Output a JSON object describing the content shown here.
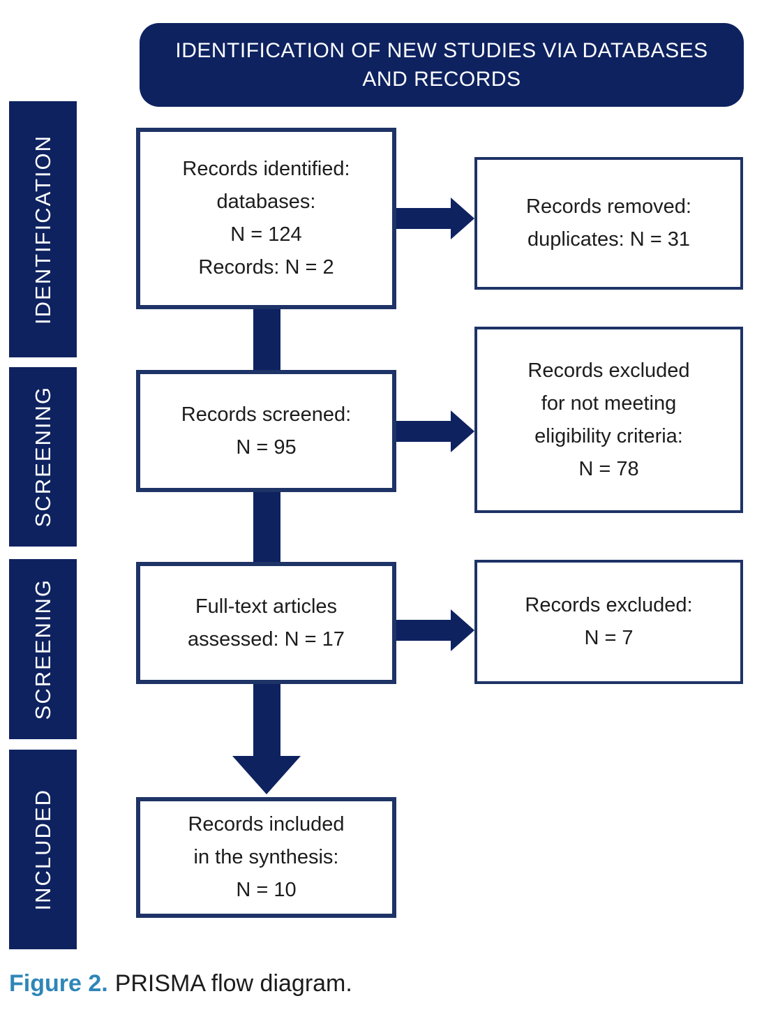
{
  "banner": {
    "title": "IDENTIFICATION OF NEW STUDIES VIA DATABASES AND RECORDS"
  },
  "stages": [
    {
      "label": "IDENTIFICATION"
    },
    {
      "label": "SCREENING"
    },
    {
      "label": "SCREENING"
    },
    {
      "label": "INCLUDED"
    }
  ],
  "boxes": {
    "identified": "Records identified:\ndatabases:\nN = 124\nRecords: N = 2",
    "removed": "Records removed:\nduplicates: N = 31",
    "screened": "Records screened:\nN = 95",
    "excluded_eligibility": "Records excluded\nfor not meeting\neligibility criteria:\nN = 78",
    "fulltext": "Full-text articles\nassessed: N = 17",
    "excluded": "Records excluded:\nN = 7",
    "included": "Records included\nin the synthesis:\nN = 10"
  },
  "caption": {
    "label": "Figure 2.",
    "text": "PRISMA flow diagram."
  },
  "colors": {
    "navy": "#0e2260",
    "box_border": "#1e3366",
    "caption_blue": "#2e86b8",
    "text": "#1c1c1c"
  }
}
